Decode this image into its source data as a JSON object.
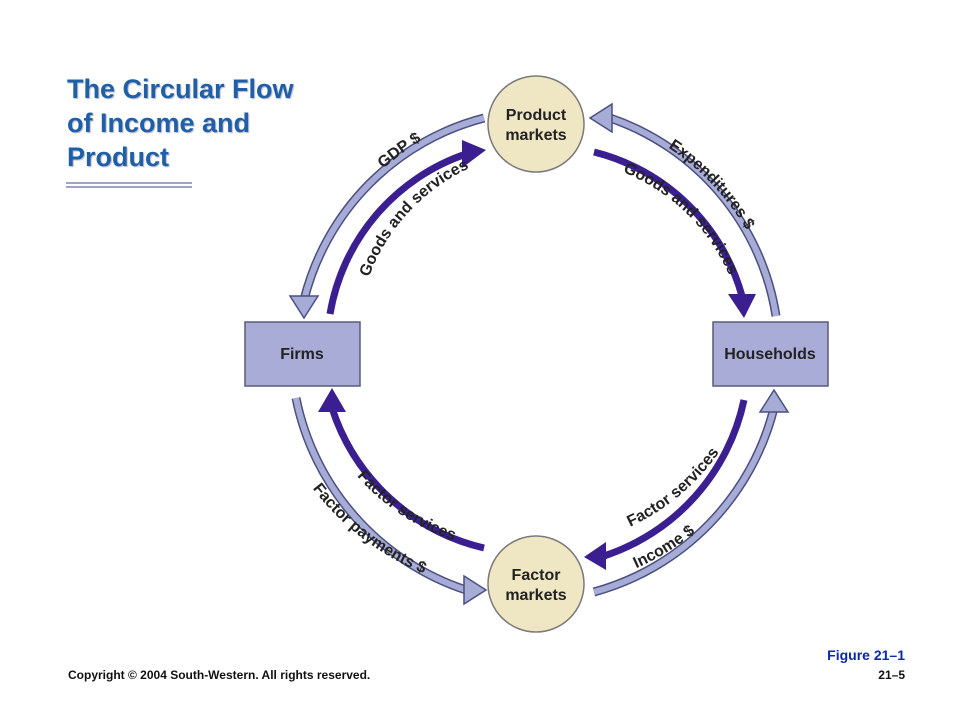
{
  "title": {
    "lines": [
      "The Circular Flow",
      "of Income and",
      "Product"
    ]
  },
  "nodes": {
    "product_markets": [
      "Product",
      "markets"
    ],
    "factor_markets": [
      "Factor",
      "markets"
    ],
    "firms": "Firms",
    "households": "Households"
  },
  "flows": {
    "gdp": "GDP $",
    "goods_services_left": "Goods and services",
    "expenditures": "Expenditures $",
    "goods_services_right": "Goods and services",
    "factor_services_left": "Factor services",
    "factor_payments": "Factor payments $",
    "factor_services_right": "Factor services",
    "income": "Income $"
  },
  "footer": {
    "figure": "Figure 21–1",
    "copyright": "Copyright © 2004 South-Western.  All rights reserved.",
    "page": "21–5"
  },
  "colors": {
    "title": "#1f5fa8",
    "money_flow": "#a6acd6",
    "money_flow_outline": "#4b4f82",
    "real_flow": "#3b1f91",
    "market_fill": "#efe6c4",
    "agent_fill": "#a8acd6"
  }
}
